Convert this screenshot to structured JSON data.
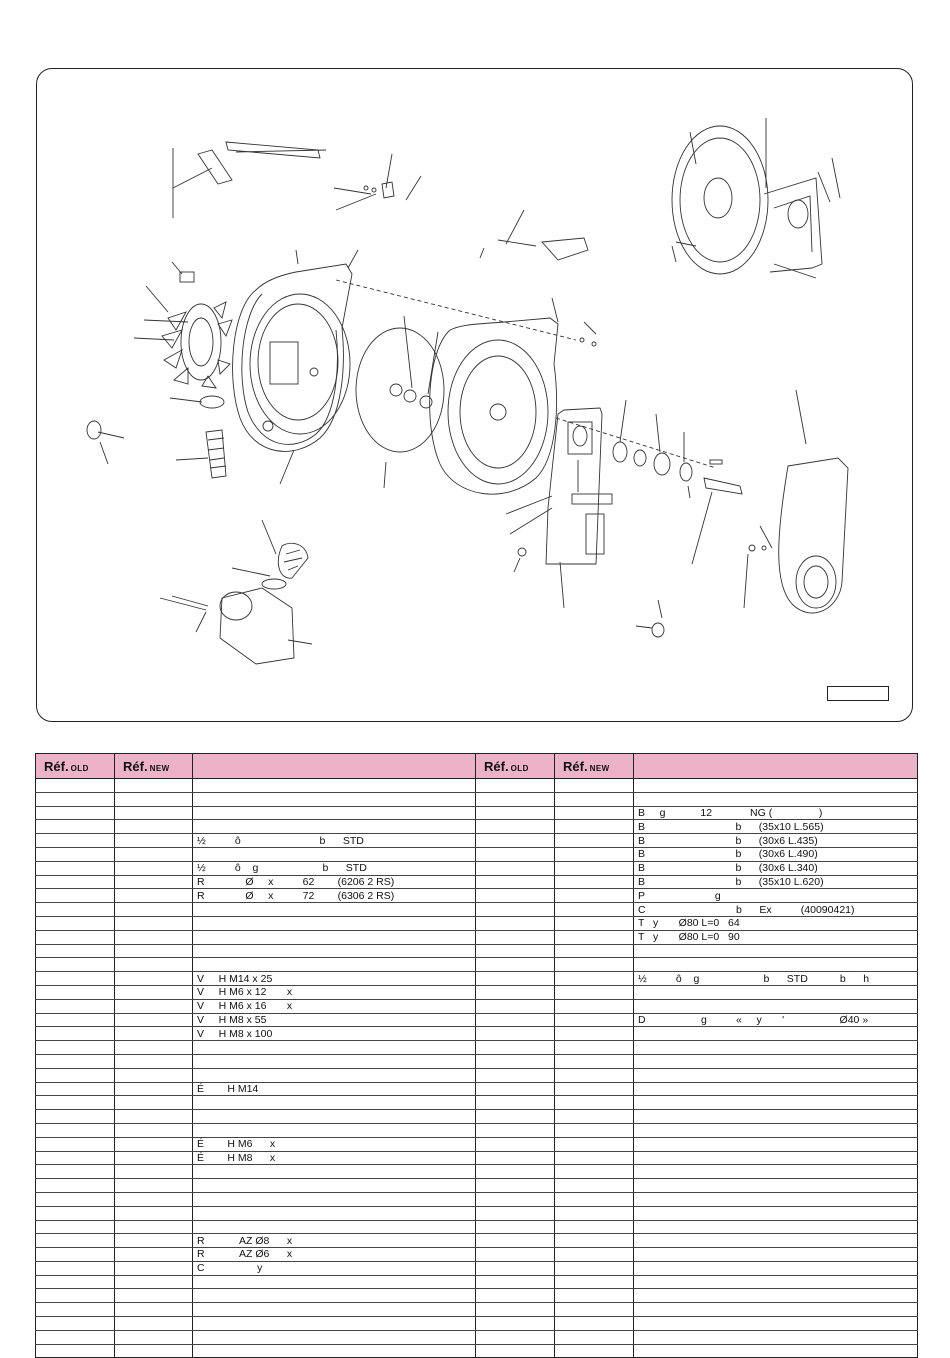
{
  "diagram": {
    "reference_label": ""
  },
  "table": {
    "headers": [
      {
        "main": "Réf.",
        "sub": "OLD"
      },
      {
        "main": "Réf.",
        "sub": "NEW"
      },
      {
        "main": "",
        "sub": ""
      },
      {
        "main": "Réf.",
        "sub": "OLD"
      },
      {
        "main": "Réf.",
        "sub": "NEW"
      },
      {
        "main": "",
        "sub": ""
      }
    ],
    "left_descriptions": [
      "",
      "",
      "",
      "",
      "½          ô                           b      STD",
      "",
      "½          ô    g                      b      STD",
      "R              Ø     x          62        (6206 2 RS)",
      "R              Ø     x          72        (6306 2 RS)",
      "",
      "",
      "",
      "",
      "",
      "V     H M14 x 25",
      "V     H M6 x 12       x",
      "V     H M6 x 16       x",
      "V     H M8 x 55",
      "V     H M8 x 100",
      "",
      "",
      "",
      "É        H M14",
      "",
      "",
      "",
      "É        H M6      x",
      "É        H M8      x",
      "",
      "",
      "",
      "",
      "",
      "R            AZ Ø8      x",
      "R            AZ Ø6      x",
      "C                  y",
      "",
      "",
      "",
      "",
      "",
      ""
    ],
    "right_descriptions": [
      "",
      "",
      "B     g            12             NG (                )",
      "B                               b      (35x10 L.565)",
      "B                               b      (30x6 L.435)",
      "B                               b      (30x6 L.490)",
      "B                               b      (30x6 L.340)",
      "B                               b      (35x10 L.620)",
      "P                        g",
      "C                               b      Ex          (40090421)",
      "T   y       Ø80 L=0   64",
      "T   y       Ø80 L=0   90",
      "",
      "",
      "½          ô    g                      b      STD           b      h",
      "",
      "",
      "D                   g          «     y       '                   Ø40 »",
      "",
      "",
      "",
      "",
      "",
      "",
      "",
      "",
      "",
      "",
      "",
      "",
      "",
      "",
      "",
      "",
      "",
      "",
      "",
      "",
      ""
    ]
  }
}
